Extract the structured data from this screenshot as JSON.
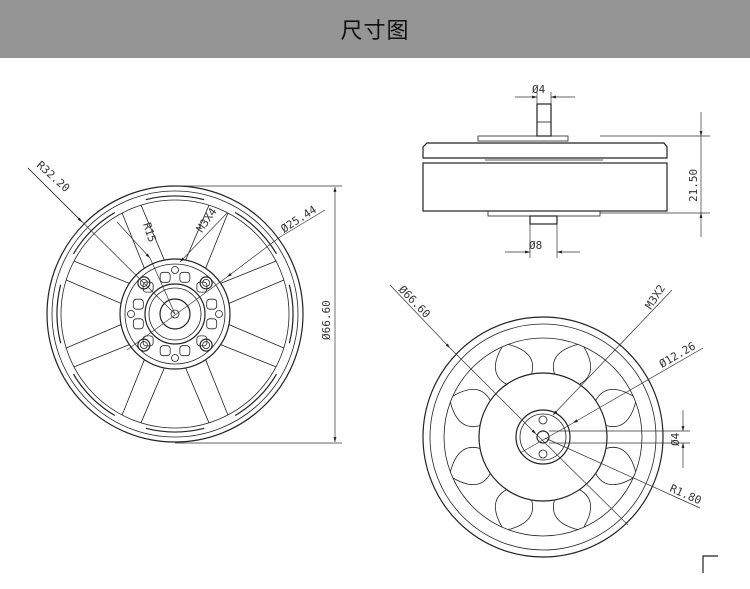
{
  "header": {
    "title": "尺寸图"
  },
  "front_view": {
    "outer_radius_label": "R32.20",
    "hub_radius_label": "R15",
    "screw_label": "M3X4",
    "bolt_circle_label": "Ø25.44",
    "diameter_label": "Ø66.60"
  },
  "side_view": {
    "shaft_top_label": "Ø4",
    "height_label": "21.50",
    "shaft_bottom_label": "Ø8"
  },
  "back_view": {
    "diameter_label": "Ø66.60",
    "screw_label": "M3X2",
    "bolt_circle_label": "Ø12.26",
    "shaft_label": "Ø4",
    "radius_label": "R1.80"
  }
}
